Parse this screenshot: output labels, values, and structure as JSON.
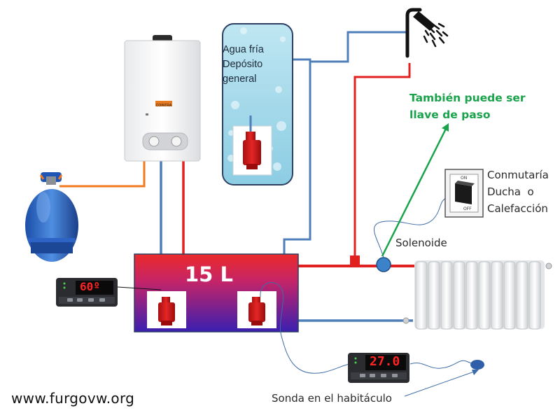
{
  "tank": {
    "capacity": "15 L"
  },
  "cold_water_reservoir": {
    "line1": "Agua fría",
    "line2": "Depósito",
    "line3": "general"
  },
  "tank_thermostat": {
    "display": "60º"
  },
  "room_thermostat": {
    "display": "27.0"
  },
  "note": {
    "line1": "También puede ser",
    "line2": "llave de paso"
  },
  "switch": {
    "on_label": "ON",
    "off_label": "OFF"
  },
  "switch_label": {
    "line1": "Conmutaría",
    "line2": "Ducha  o",
    "line3": "Calefacción"
  },
  "heater": {
    "brand": "COINTRA"
  },
  "solenoid_label": "Solenoide",
  "probe_label": "Sonda en el habitáculo",
  "watermark": "www.furgovw.org",
  "colors": {
    "hot_pipe": "#e12020",
    "cold_pipe": "#4f7fb8",
    "gas_pipe": "#f07a1d",
    "green_arrow": "#19a34a",
    "tank_top": "#e8262e",
    "tank_bottom": "#3a1fb0"
  },
  "icons": {
    "shower": "shower-icon",
    "gas_bottle": "gas-bottle-icon",
    "water_heater": "water-heater-icon",
    "radiator": "radiator-icon",
    "pump": "submersible-pump-icon"
  }
}
